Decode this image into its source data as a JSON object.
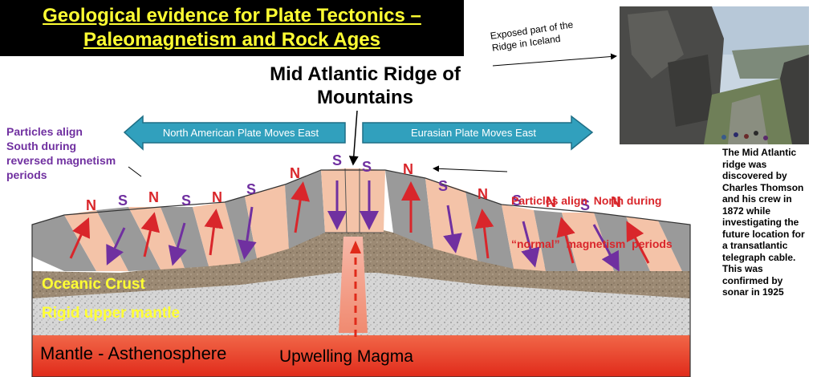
{
  "title_line1": "Geological evidence for Plate Tectonics –",
  "title_line2": "Paleomagnetism and Rock Ages",
  "ridge_label_line1": "Mid Atlantic Ridge of",
  "ridge_label_line2": "Mountains",
  "left_arrow_label": "North American Plate Moves East",
  "right_arrow_label": "Eurasian Plate Moves East",
  "reversed_note": [
    "Particles align",
    "South during",
    "reversed magnetism",
    "periods"
  ],
  "normal_note": [
    "Particles align  North during",
    "“normal”  magnetism  periods"
  ],
  "photo_caption": [
    "Exposed part of the",
    "Ridge in Iceland"
  ],
  "info_text": [
    "The Mid Atlantic",
    "ridge was",
    "discovered by",
    "Charles Thomson",
    "and his crew  in",
    "1872 while",
    "investigating the",
    "future location for",
    "a transatlantic",
    "telegraph cable.",
    "This was",
    "confirmed by",
    "sonar in 1925"
  ],
  "layers": {
    "oceanic_crust": "Oceanic Crust",
    "rigid_mantle": "Rigid upper mantle",
    "asthenosphere": "Mantle - Asthenosphere",
    "magma": "Upwelling Magma"
  },
  "letters_left": [
    "N",
    "S",
    "N",
    "S",
    "N",
    "S",
    "N"
  ],
  "letters_center": [
    "S",
    "S"
  ],
  "letters_right": [
    "N",
    "S",
    "N",
    "S",
    "N",
    "S",
    "N"
  ],
  "colors": {
    "normal_stripe": "#f4c3a8",
    "reversed_stripe": "#9a9a9a",
    "arrow_red": "#d9262b",
    "arrow_purple": "#7030a0",
    "plate_arrow": "#31a0bd",
    "title_yellow": "#ffff33"
  }
}
